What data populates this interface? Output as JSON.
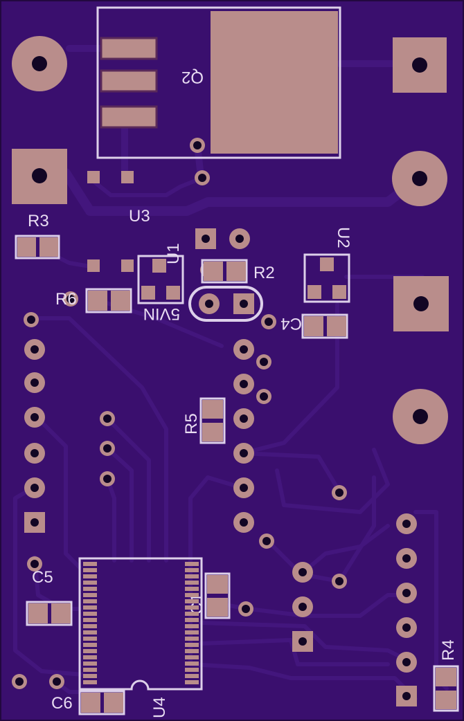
{
  "board": {
    "background_color": "#3a0f6e",
    "trace_color": "#43167d",
    "pad_color": "#b98d8b",
    "silk_color": "#ddd0ea",
    "hole_color": "#120624"
  },
  "labels": {
    "q2": "Q2",
    "u3": "U3",
    "r3": "R3",
    "u1": "U1",
    "r2": "R2",
    "u2": "U2",
    "r6": "R6",
    "vin": "5VIN",
    "c4": "C4",
    "r5": "R5",
    "c5": "C5",
    "c1": "C1",
    "r4": "R4",
    "c6": "C6",
    "u4": "U4"
  }
}
